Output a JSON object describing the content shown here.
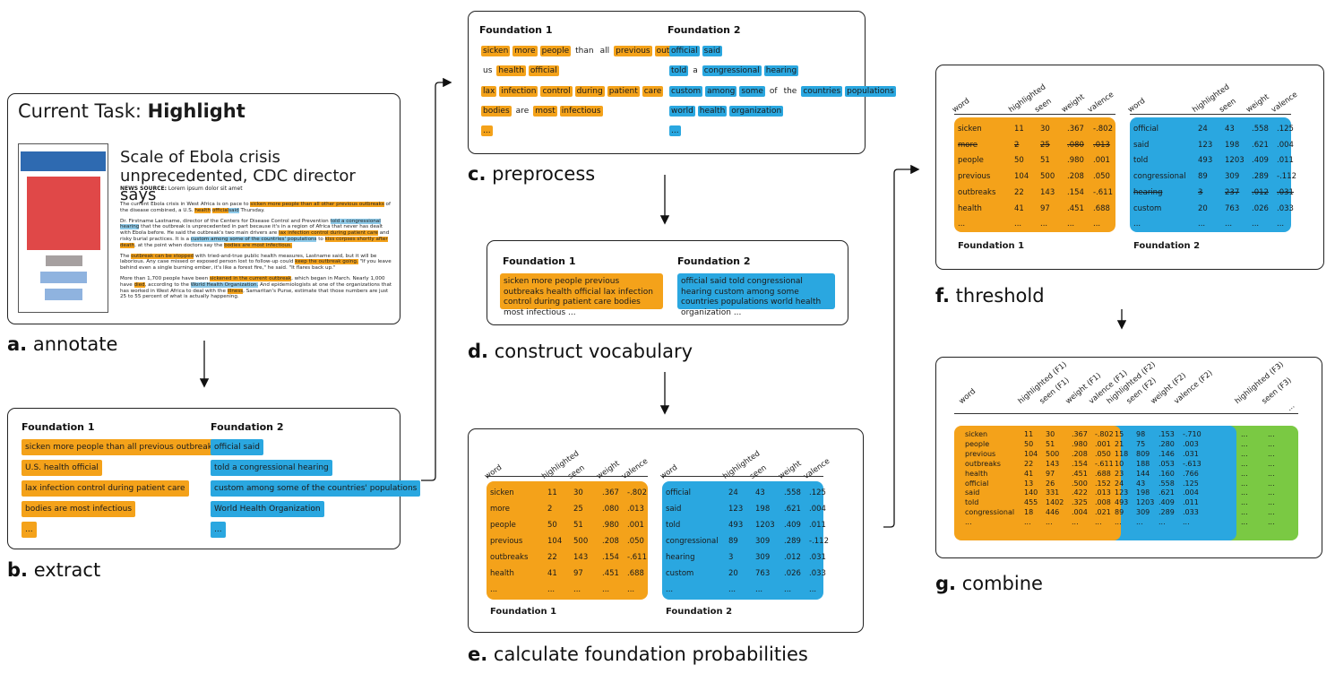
{
  "annotate": {
    "title_prefix": "Current Task: ",
    "title_bold": "Highlight",
    "headline": "Scale of Ebola crisis unprecedented, CDC director says",
    "source_label": "NEWS SOURCE:",
    "source_text": "Lorem ipsum dolor sit amet",
    "paragraphs": [
      [
        {
          "t": "The current Ebola crisis in West Africa is on pace to "
        },
        {
          "t": "sicken more people than all other previous outbreaks",
          "h": "o"
        },
        {
          "t": " of the disease combined, a U.S. "
        },
        {
          "t": "health",
          "h": "o"
        },
        {
          "t": " "
        },
        {
          "t": "official",
          "h": "o"
        },
        {
          "t": "said",
          "h": "b"
        },
        {
          "t": " Thursday."
        }
      ],
      [
        {
          "t": "Dr. Firstname Lastname, director of the Centers for Disease Control and Prevention "
        },
        {
          "t": "told a congressional hearing",
          "h": "b"
        },
        {
          "t": " that the outbreak is unprecedented in part because it's in a region of Africa that never has dealt with Ebola before. He said the outbreak's two main drivers are "
        },
        {
          "t": "lax infection control during patient care",
          "h": "o"
        },
        {
          "t": " and risky burial practices. It is a "
        },
        {
          "t": "custom among some of the countries' populations",
          "h": "b"
        },
        {
          "t": " to "
        },
        {
          "t": "kiss corpses shortly after death",
          "h": "o"
        },
        {
          "t": ", at the point when doctors say the "
        },
        {
          "t": "bodies are most infectious.",
          "h": "o"
        }
      ],
      [
        {
          "t": "The "
        },
        {
          "t": "outbreak can be stopped",
          "h": "o"
        },
        {
          "t": " with tried-and-true public health measures, Lastname said, but it will be laborious. Any case missed or exposed person lost to follow-up could "
        },
        {
          "t": "keep the outbreak going.",
          "h": "o"
        },
        {
          "t": " \"If you leave behind even a single burning ember, it's like a forest fire,\" he said. \"It flares back up.\""
        }
      ],
      [
        {
          "t": "More than 1,700 people have been "
        },
        {
          "t": "sickened in the current outbreak",
          "h": "o"
        },
        {
          "t": ", which began in March. Nearly 1,000 have "
        },
        {
          "t": "died",
          "h": "o"
        },
        {
          "t": ", according to the "
        },
        {
          "t": "World Health Organization.",
          "h": "b"
        },
        {
          "t": " And epidemiologists at one of the organizations that has worked in West Africa to deal with the "
        },
        {
          "t": "illness",
          "h": "o"
        },
        {
          "t": ", Samaritan's Purse, estimate that those numbers are just 25 to 55 percent of what is actually happening."
        }
      ]
    ]
  },
  "labels": {
    "a_letter": "a.",
    "a_text": " annotate",
    "b_letter": "b.",
    "b_text": " extract",
    "c_letter": "c.",
    "c_text": " preprocess",
    "d_letter": "d.",
    "d_text": " construct vocabulary",
    "e_letter": "e.",
    "e_text": " calculate foundation probabilities",
    "f_letter": "f.",
    "f_text": " threshold",
    "g_letter": "g.",
    "g_text": " combine"
  },
  "extract": {
    "f1_title": "Foundation 1",
    "f2_title": "Foundation 2",
    "f1_items": [
      "sicken more people than all previous outbreaks",
      "U.S. health official",
      "lax infection control during patient care",
      "bodies are most infectious",
      "..."
    ],
    "f2_items": [
      "official said",
      "told a congressional hearing",
      "custom among some of the countries' populations",
      "World Health Organization",
      "..."
    ]
  },
  "preprocess": {
    "f1_title": "Foundation 1",
    "f2_title": "Foundation 2",
    "f1_lines": [
      [
        {
          "t": "sicken",
          "h": "o"
        },
        {
          "t": "more",
          "h": "o"
        },
        {
          "t": "people",
          "h": "o"
        },
        {
          "t": "than"
        },
        {
          "t": "all"
        },
        {
          "t": "previous",
          "h": "o"
        },
        {
          "t": "outbreaks",
          "h": "o"
        }
      ],
      [
        {
          "t": "us"
        },
        {
          "t": "health",
          "h": "o"
        },
        {
          "t": "official",
          "h": "o"
        }
      ],
      [
        {
          "t": "lax",
          "h": "o"
        },
        {
          "t": "infection",
          "h": "o"
        },
        {
          "t": "control",
          "h": "o"
        },
        {
          "t": "during",
          "h": "o"
        },
        {
          "t": "patient",
          "h": "o"
        },
        {
          "t": "care",
          "h": "o"
        }
      ],
      [
        {
          "t": "bodies",
          "h": "o"
        },
        {
          "t": "are"
        },
        {
          "t": "most",
          "h": "o"
        },
        {
          "t": "infectious",
          "h": "o"
        }
      ],
      [
        {
          "t": "...",
          "h": "o"
        }
      ]
    ],
    "f2_lines": [
      [
        {
          "t": "official",
          "h": "b"
        },
        {
          "t": "said",
          "h": "b"
        }
      ],
      [
        {
          "t": "told",
          "h": "b"
        },
        {
          "t": "a"
        },
        {
          "t": "congressional",
          "h": "b"
        },
        {
          "t": "hearing",
          "h": "b"
        }
      ],
      [
        {
          "t": "custom",
          "h": "b"
        },
        {
          "t": "among",
          "h": "b"
        },
        {
          "t": "some",
          "h": "b"
        },
        {
          "t": "of"
        },
        {
          "t": "the"
        },
        {
          "t": "countries",
          "h": "b"
        },
        {
          "t": "populations",
          "h": "b"
        }
      ],
      [
        {
          "t": "world",
          "h": "b"
        },
        {
          "t": "health",
          "h": "b"
        },
        {
          "t": "organization",
          "h": "b"
        }
      ],
      [
        {
          "t": "...",
          "h": "b"
        }
      ]
    ]
  },
  "vocabulary": {
    "f1_title": "Foundation 1",
    "f2_title": "Foundation 2",
    "f1_text": "sicken more people previous outbreaks health official lax infection control during patient care bodies most infectious ...",
    "f2_text": "official said told congressional hearing custom among some countries populations world health organization ..."
  },
  "probabilities": {
    "headers": [
      "word",
      "highlighted",
      "seen",
      "weight",
      "valence"
    ],
    "f1_title": "Foundation 1",
    "f2_title": "Foundation 2",
    "f1_rows": [
      [
        "sicken",
        "11",
        "30",
        ".367",
        "-.802"
      ],
      [
        "more",
        "2",
        "25",
        ".080",
        ".013"
      ],
      [
        "people",
        "50",
        "51",
        ".980",
        ".001"
      ],
      [
        "previous",
        "104",
        "500",
        ".208",
        ".050"
      ],
      [
        "outbreaks",
        "22",
        "143",
        ".154",
        "-.611"
      ],
      [
        "health",
        "41",
        "97",
        ".451",
        ".688"
      ],
      [
        "...",
        "...",
        "...",
        "...",
        "..."
      ]
    ],
    "f2_rows": [
      [
        "official",
        "24",
        "43",
        ".558",
        ".125"
      ],
      [
        "said",
        "123",
        "198",
        ".621",
        ".004"
      ],
      [
        "told",
        "493",
        "1203",
        ".409",
        ".011"
      ],
      [
        "congressional",
        "89",
        "309",
        ".289",
        "-.112"
      ],
      [
        "hearing",
        "3",
        "309",
        ".012",
        ".031"
      ],
      [
        "custom",
        "20",
        "763",
        ".026",
        ".033"
      ],
      [
        "...",
        "...",
        "...",
        "...",
        "..."
      ]
    ]
  },
  "threshold": {
    "headers": [
      "word",
      "highlighted",
      "seen",
      "weight",
      "valence"
    ],
    "f1_title": "Foundation 1",
    "f2_title": "Foundation 2",
    "f1_rows": [
      [
        "sicken",
        "11",
        "30",
        ".367",
        "-.802"
      ],
      [
        "more",
        "2",
        "25",
        ".080",
        ".013"
      ],
      [
        "people",
        "50",
        "51",
        ".980",
        ".001"
      ],
      [
        "previous",
        "104",
        "500",
        ".208",
        ".050"
      ],
      [
        "outbreaks",
        "22",
        "143",
        ".154",
        "-.611"
      ],
      [
        "health",
        "41",
        "97",
        ".451",
        ".688"
      ],
      [
        "...",
        "...",
        "...",
        "...",
        "..."
      ]
    ],
    "f1_struck": [
      1
    ],
    "f2_rows": [
      [
        "official",
        "24",
        "43",
        ".558",
        ".125"
      ],
      [
        "said",
        "123",
        "198",
        ".621",
        ".004"
      ],
      [
        "told",
        "493",
        "1203",
        ".409",
        ".011"
      ],
      [
        "congressional",
        "89",
        "309",
        ".289",
        "-.112"
      ],
      [
        "hearing",
        "3",
        "237",
        ".012",
        ".031"
      ],
      [
        "custom",
        "20",
        "763",
        ".026",
        ".033"
      ],
      [
        "...",
        "...",
        "...",
        "...",
        "..."
      ]
    ],
    "f2_struck": [
      4
    ]
  },
  "combine": {
    "headers": [
      "word",
      "highlighted (F1)",
      "seen (F1)",
      "weight (F1)",
      "valence (F1)",
      "highlighted (F2)",
      "seen (F2)",
      "weight (F2)",
      "valence (F2)",
      "highlighted (F3)",
      "seen (F3)",
      "..."
    ],
    "rows": [
      [
        "sicken",
        "11",
        "30",
        ".367",
        "-.802",
        "15",
        "98",
        ".153",
        "-.710",
        "...",
        "..."
      ],
      [
        "people",
        "50",
        "51",
        ".980",
        ".001",
        "21",
        "75",
        ".280",
        ".003",
        "...",
        "..."
      ],
      [
        "previous",
        "104",
        "500",
        ".208",
        ".050",
        "118",
        "809",
        ".146",
        ".031",
        "...",
        "..."
      ],
      [
        "outbreaks",
        "22",
        "143",
        ".154",
        "-.611",
        "10",
        "188",
        ".053",
        "-.613",
        "...",
        "..."
      ],
      [
        "health",
        "41",
        "97",
        ".451",
        ".688",
        "23",
        "144",
        ".160",
        ".766",
        "...",
        "..."
      ],
      [
        "official",
        "13",
        "26",
        ".500",
        ".152",
        "24",
        "43",
        ".558",
        ".125",
        "...",
        "..."
      ],
      [
        "said",
        "140",
        "331",
        ".422",
        ".013",
        "123",
        "198",
        ".621",
        ".004",
        "...",
        "..."
      ],
      [
        "told",
        "455",
        "1402",
        ".325",
        ".008",
        "493",
        "1203",
        ".409",
        ".011",
        "...",
        "..."
      ],
      [
        "congressional",
        "18",
        "446",
        ".004",
        ".021",
        "89",
        "309",
        ".289",
        ".033",
        "...",
        "..."
      ],
      [
        "...",
        "...",
        "...",
        "...",
        "...",
        "...",
        "...",
        "...",
        "...",
        "...",
        "..."
      ]
    ]
  },
  "colors": {
    "foundation1": "#f4a21a",
    "foundation2": "#2aa7e0",
    "foundation3": "#7ac943",
    "article_header": "#2e6ab1",
    "article_image": "#e04848",
    "article_gray": "#a6a0a0",
    "article_light_blue": "#8fb3df"
  }
}
